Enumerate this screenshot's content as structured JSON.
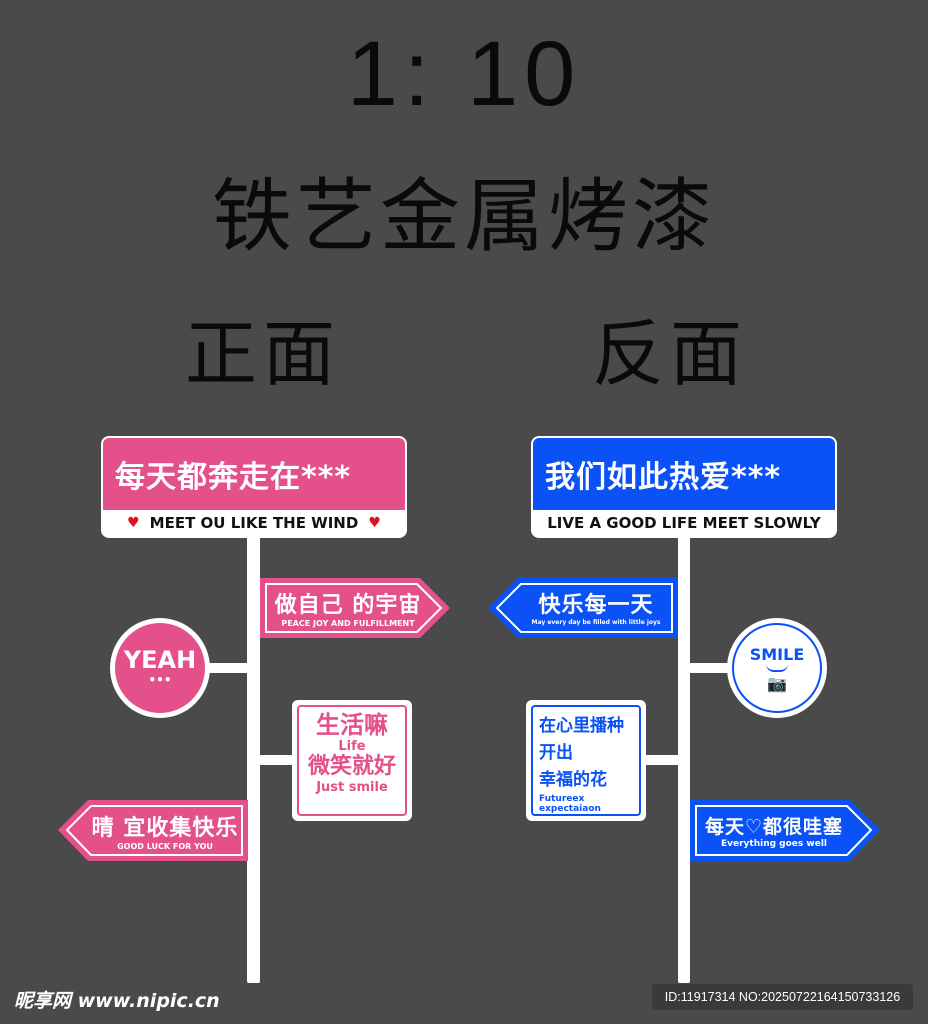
{
  "header": {
    "ratio": "1: 10",
    "subtitle": "铁艺金属烤漆",
    "front": "正面",
    "back": "反面"
  },
  "colors": {
    "background": "#4a4a4a",
    "pink": "#e4508a",
    "blue": "#0a52f5"
  },
  "front": {
    "top_sign": {
      "title": "每天都奔走在***",
      "subtitle": "MEET OU LIKE THE WIND",
      "icon": "heart-icon"
    },
    "arrow_right": {
      "cn": "做自己 的宇宙",
      "en": "PEACE JOY AND FULFILLMENT"
    },
    "circle": {
      "text": "YEAH",
      "dots": "•••"
    },
    "square": {
      "line1": "生活嘛",
      "line2": "Life",
      "line3": "微笑就好",
      "line4": "Just smile"
    },
    "arrow_left": {
      "cn": "晴 宜收集快乐",
      "en": "GOOD LUCK FOR YOU"
    }
  },
  "back": {
    "top_sign": {
      "title": "我们如此热爱***",
      "subtitle": "LIVE A GOOD LIFE MEET SLOWLY"
    },
    "arrow_left": {
      "cn": "快乐每一天",
      "en": "May every day be filled with little joys"
    },
    "circle": {
      "text": "SMILE",
      "icon": "camera-icon"
    },
    "square": {
      "line1": "在心里播种",
      "line2": "开出",
      "line3": "幸福的花",
      "line4": "Futureex expectaiaon"
    },
    "arrow_right": {
      "cn": "每天♡都很哇塞",
      "en": "Everything goes well"
    }
  },
  "watermark": {
    "logo": "昵享网 www.nipic.cn",
    "id": "ID:11917314 NO:20250722164150733126"
  }
}
